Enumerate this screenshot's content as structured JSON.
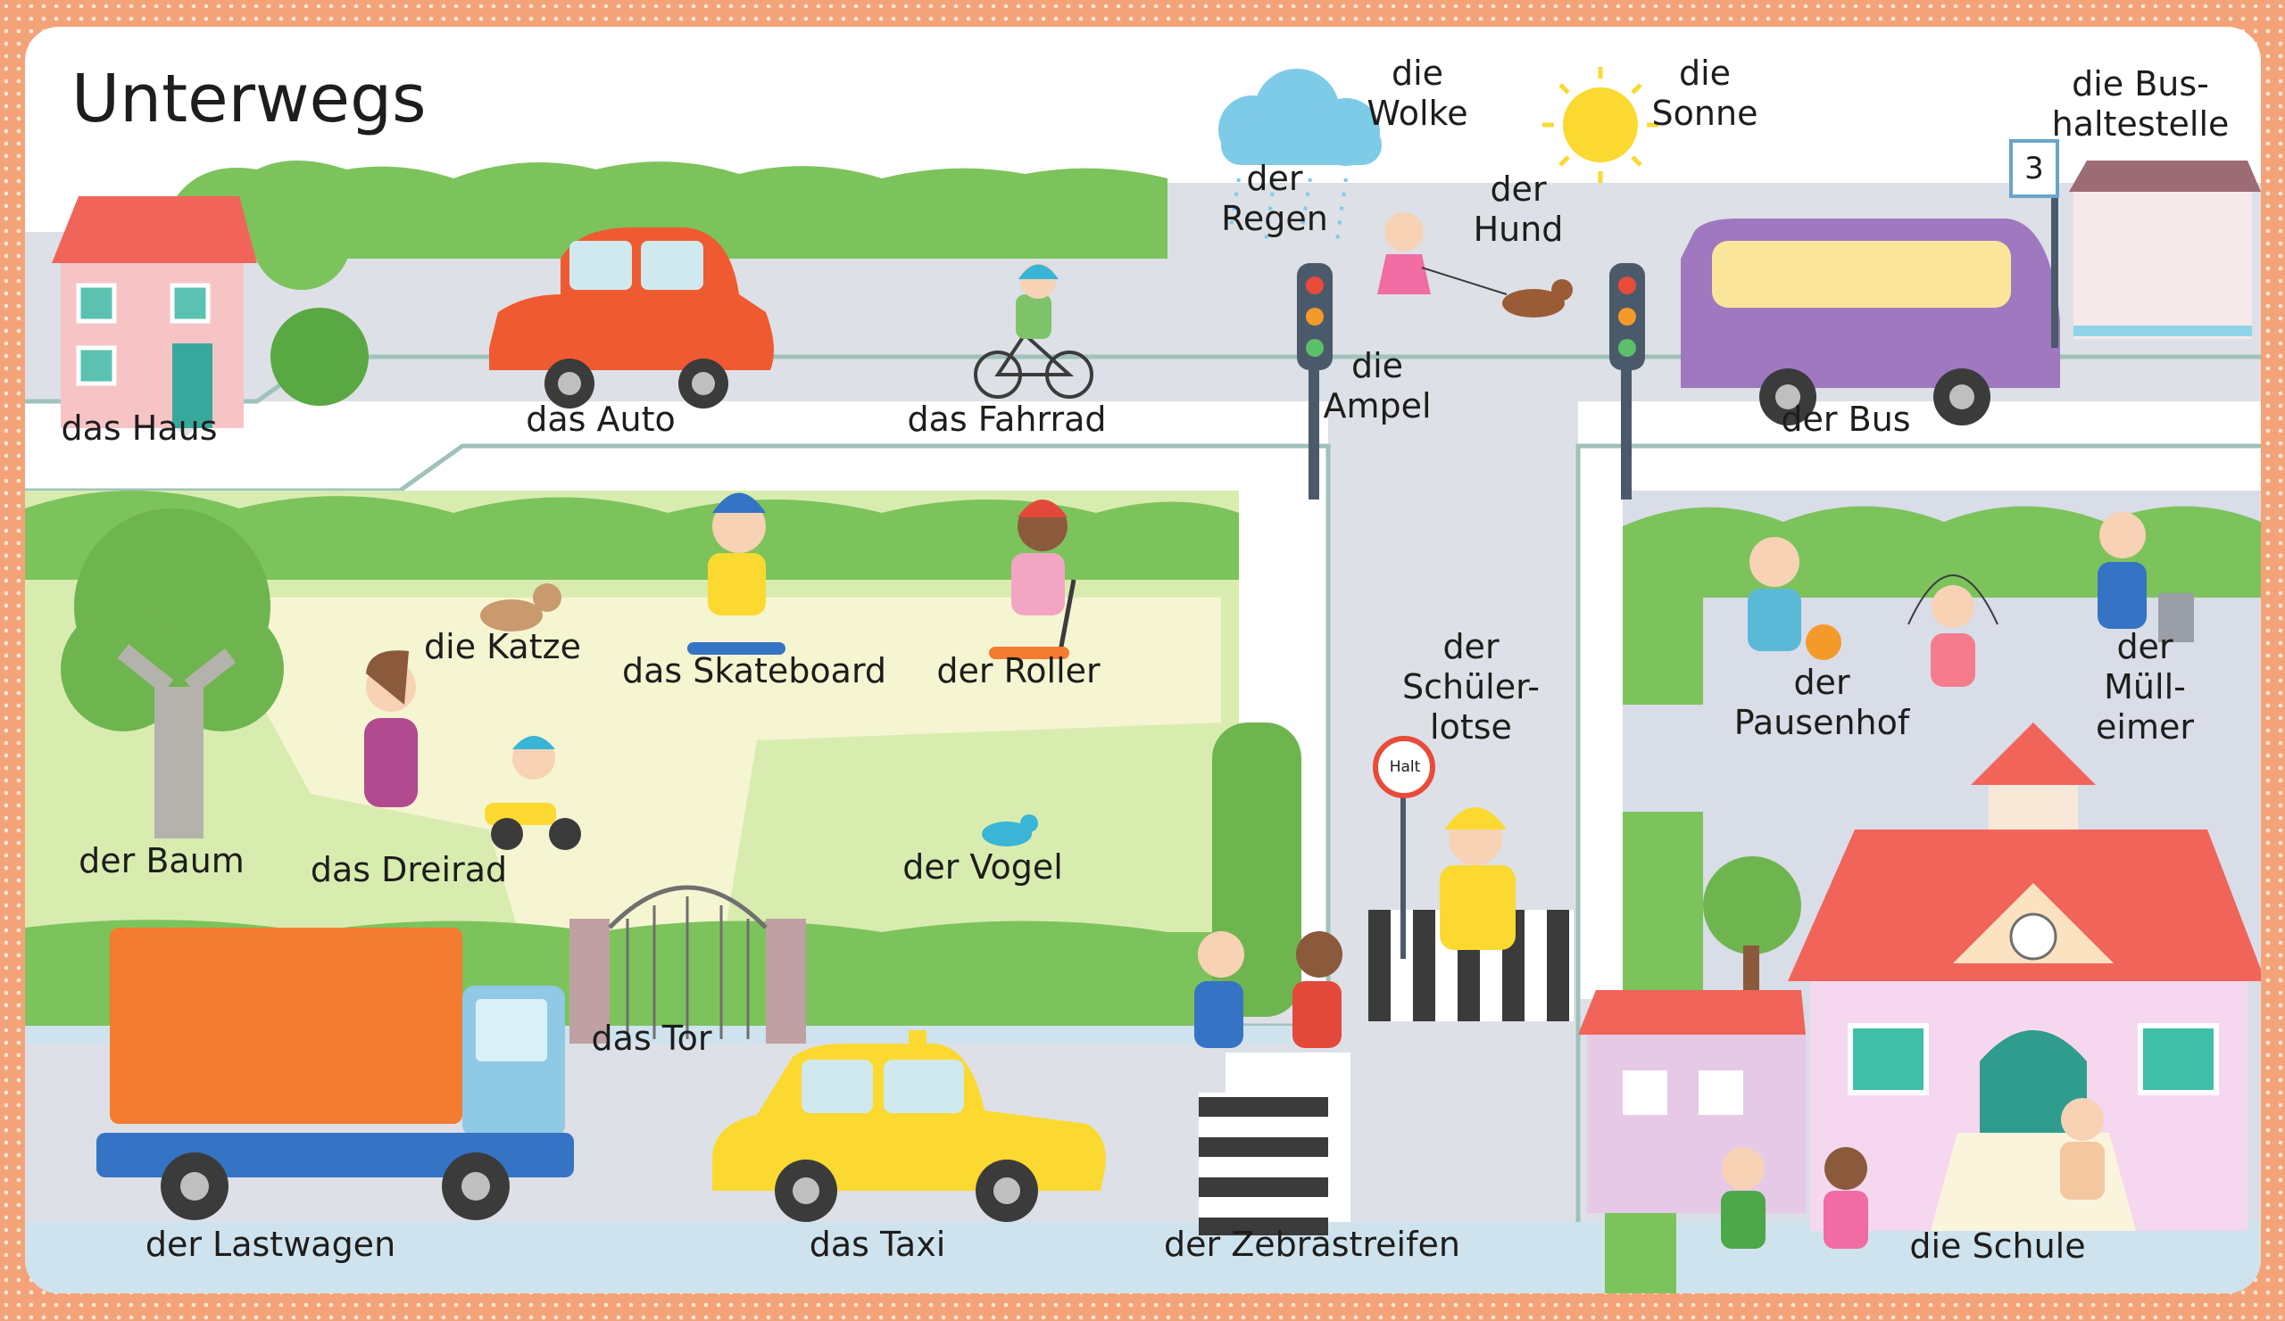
{
  "title": "Unterwegs",
  "bus_stop_number": "3",
  "sign_text": "Halt",
  "colors": {
    "border": "#f4a379",
    "road": "#dde0e6",
    "hedge": "#7cc35c",
    "grass": "#d9ecb0",
    "path": "#f6f5d2"
  },
  "labels": {
    "haus": "das Haus",
    "auto": "das Auto",
    "fahrrad": "das Fahrrad",
    "regen": "der\nRegen",
    "wolke": "die\nWolke",
    "sonne": "die\nSonne",
    "hund": "der\nHund",
    "bushaltestelle": "die Bus-\nhaltestelle",
    "ampel": "die\nAmpel",
    "bus": "der Bus",
    "katze": "die Katze",
    "skateboard": "das Skateboard",
    "roller": "der Roller",
    "baum": "der Baum",
    "dreirad": "das Dreirad",
    "vogel": "der Vogel",
    "schuelerlotse": "der\nSchüler-\nlotse",
    "pausenhof": "der\nPausenhof",
    "muelleimer": "der Müll-\neimer",
    "tor": "das Tor",
    "lastwagen": "der Lastwagen",
    "taxi": "das Taxi",
    "zebrastreifen": "der Zebrastreifen",
    "schule": "die Schule"
  }
}
